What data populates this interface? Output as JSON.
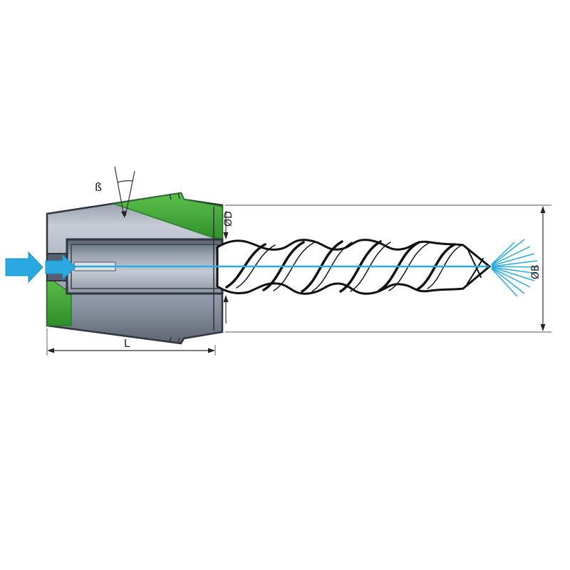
{
  "diagram": {
    "type": "technical-drawing",
    "subject": "ER collet holding a twist drill with through-coolant flow",
    "labels": {
      "angle": "ß",
      "bore_diameter": "ØD",
      "outer_diameter": "ØB",
      "length": "L"
    },
    "colors": {
      "coolant_blue": "#29abe2",
      "section_green": "#3ea838",
      "metal_light": "#ccd3dc",
      "metal_dark": "#636b78",
      "outline": "#30353f",
      "dimension": "#222222",
      "background": "#ffffff"
    }
  }
}
